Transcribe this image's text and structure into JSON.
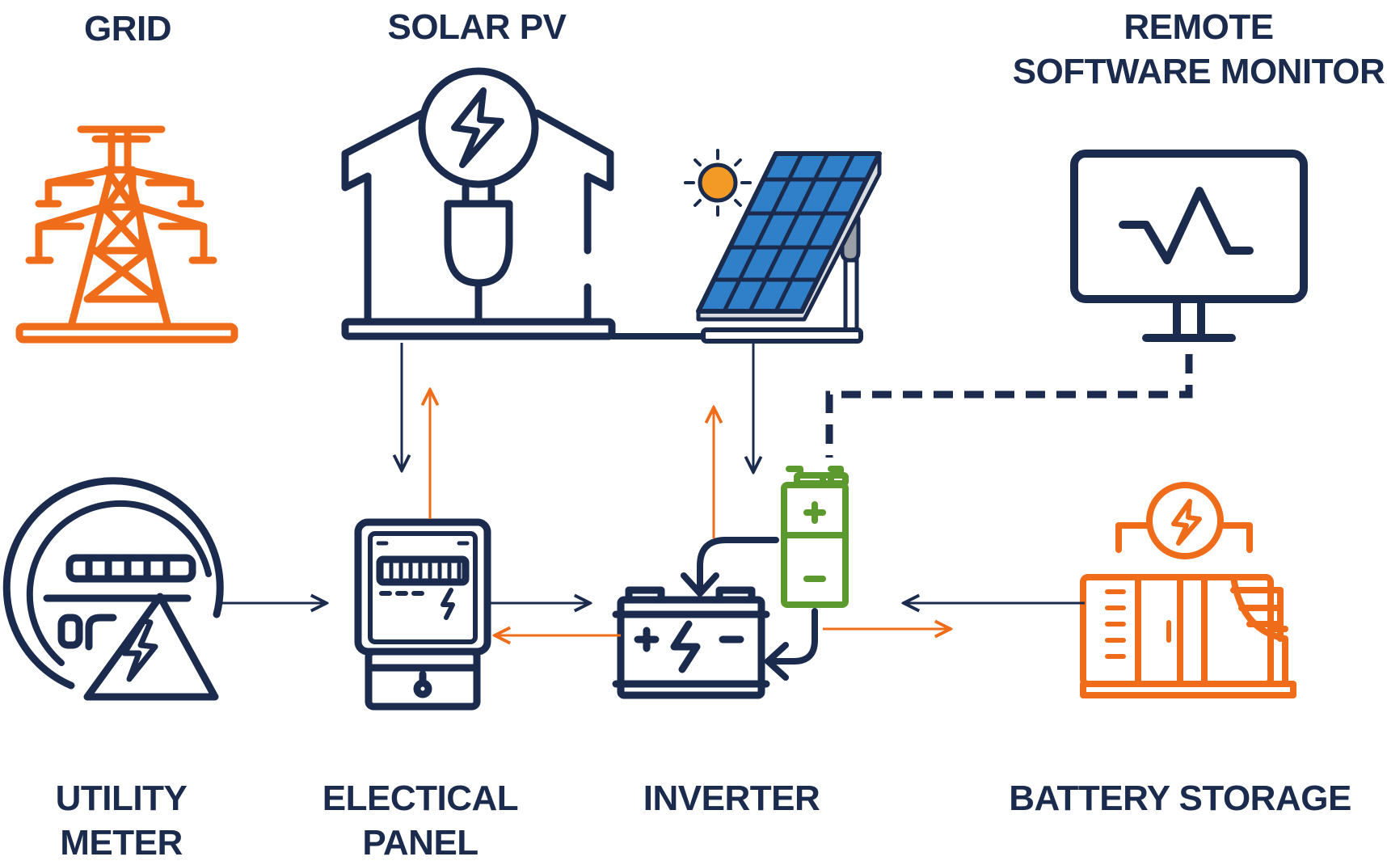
{
  "colors": {
    "navy": "#1b2b4d",
    "orange": "#ef6c1a",
    "green": "#5c9a2f",
    "panel_blue": "#2f7fc9",
    "sun": "#f39a26",
    "gray": "#9aa0a6"
  },
  "labels": {
    "grid": "GRID",
    "solar": "SOLAR PV",
    "remote_1": "REMOTE",
    "remote_2": "SOFTWARE MONITOR",
    "meter_1": "UTILITY",
    "meter_2": "METER",
    "panel_1": "ELECTICAL",
    "panel_2": "PANEL",
    "inverter": "INVERTER",
    "storage": "BATTERY STORAGE"
  },
  "icons": {
    "grid": "transmission-tower-icon",
    "solar_house": "house-power-icon",
    "solar_panel": "solar-panel-icon",
    "monitor": "monitor-pulse-icon",
    "meter": "utility-meter-icon",
    "panel": "electric-meter-icon",
    "inverter": "car-battery-icon",
    "cell": "battery-cell-icon",
    "storage": "battery-storage-icon"
  }
}
